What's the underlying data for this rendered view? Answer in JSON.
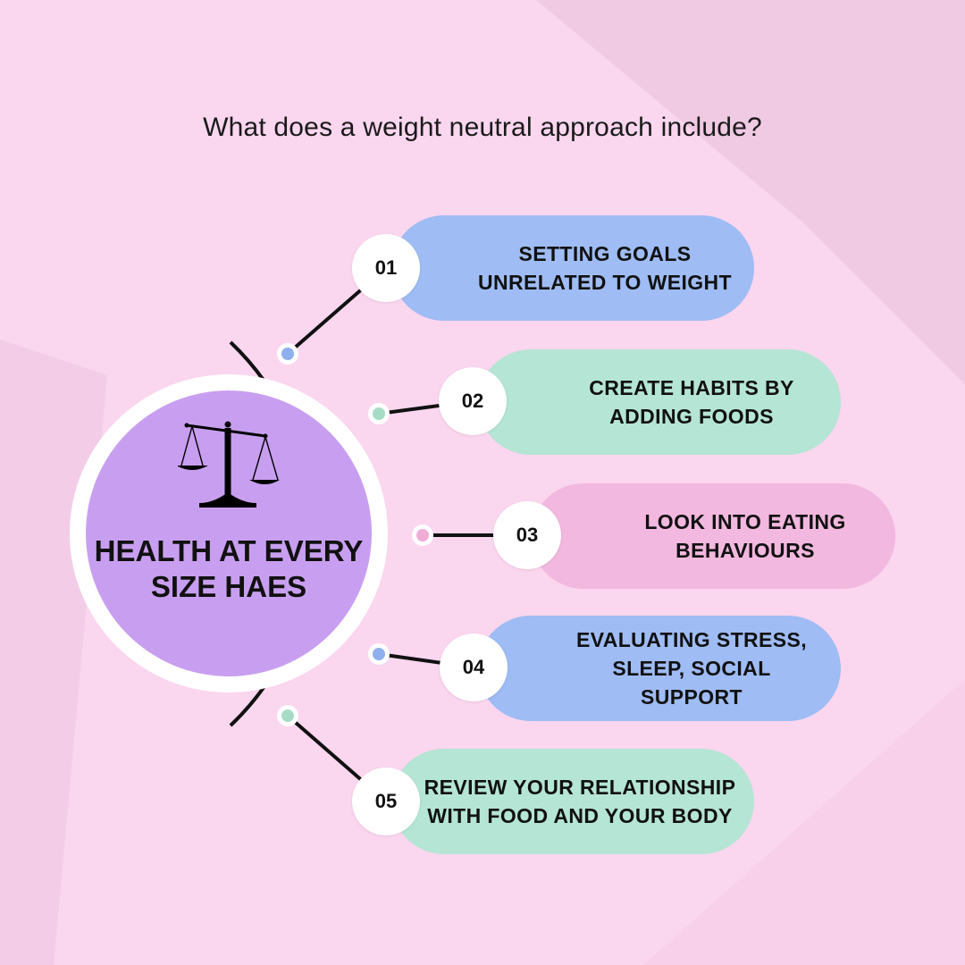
{
  "title": "What does a weight neutral approach include?",
  "center": {
    "label": "HEALTH AT EVERY SIZE HAES",
    "icon": "scales-of-justice-icon",
    "color": "#c89ff0"
  },
  "steps": [
    {
      "number": "01",
      "label": "SETTING GOALS UNRELATED TO WEIGHT",
      "color": "#9fbcf4",
      "dot_color": "#8fb0ee"
    },
    {
      "number": "02",
      "label": "CREATE HABITS BY ADDING FOODS",
      "color": "#b5e5d4",
      "dot_color": "#a6dcc5"
    },
    {
      "number": "03",
      "label": "LOOK INTO EATING BEHAVIOURS",
      "color": "#f2b8df",
      "dot_color": "#efadd6"
    },
    {
      "number": "04",
      "label": "EVALUATING STRESS, SLEEP, SOCIAL SUPPORT",
      "color": "#9fbcf4",
      "dot_color": "#8fb0ee"
    },
    {
      "number": "05",
      "label": "REVIEW YOUR RELATIONSHIP WITH FOOD AND YOUR BODY",
      "color": "#b5e5d4",
      "dot_color": "#a6dcc5"
    }
  ]
}
